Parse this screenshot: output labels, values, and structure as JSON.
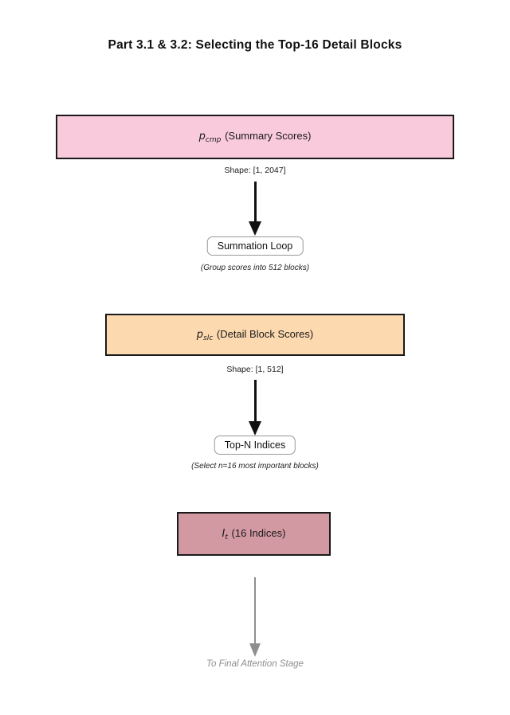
{
  "title": "Part 3.1 & 3.2: Selecting the Top-16 Detail Blocks",
  "flow": {
    "pcmp_box": {
      "var": "p",
      "sub": "cmp",
      "label": " (Summary Scores)",
      "fill": "#F9CADC"
    },
    "pcmp_shape": "Shape: [1, 2047]",
    "summation_node": {
      "label": "Summation Loop",
      "caption": "(Group scores into 512 blocks)"
    },
    "pslc_box": {
      "var": "p",
      "sub": "slc",
      "label": " (Detail Block Scores)",
      "fill": "#FCD9AF"
    },
    "pslc_shape": "Shape: [1, 512]",
    "topn_node": {
      "label": "Top-N Indices",
      "caption": "(Select n=16 most important blocks)"
    },
    "it_box": {
      "var": "I",
      "sub": "t",
      "label": " (16 Indices)",
      "fill": "#D299A3"
    },
    "final_label": "To Final Attention Stage"
  },
  "colors": {
    "background": "#ffffff",
    "box_border": "#1a1a1a",
    "arrow_black": "#111111",
    "arrow_gray": "#8f8f8f",
    "node_border": "#999999",
    "final_label_text": "#8d8d8d"
  }
}
